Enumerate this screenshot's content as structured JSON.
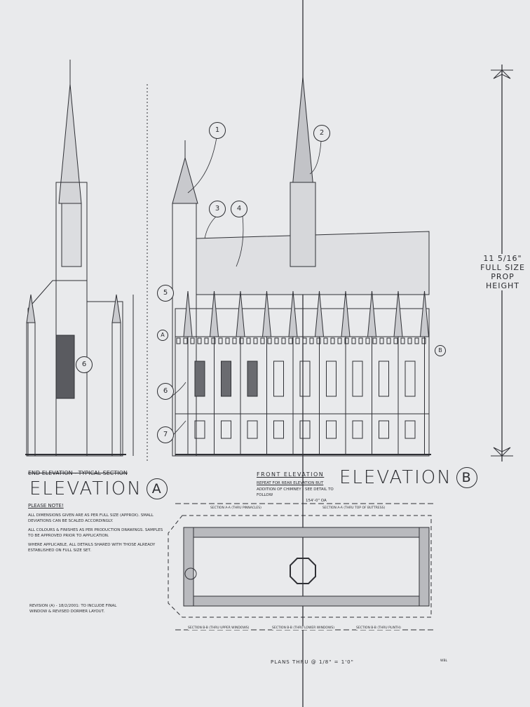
{
  "elevation_a": {
    "struck_title": "END ELEVATION - TYPICAL SECTION",
    "title": "ELEVATION",
    "letter": "A",
    "note_heading": "PLEASE NOTE!",
    "notes": [
      "ALL DIMENSIONS GIVEN ARE AS PER FULL SIZE (APPROX). SMALL DEVIATIONS CAN BE SCALED ACCORDINGLY.",
      "ALL COLOURS & FINISHES AS PER PRODUCTION DRAWINGS. SAMPLES TO BE APPROVED PRIOR TO APPLICATION.",
      "WHERE APPLICABLE, ALL DETAILS SHARED WITH THOSE ALREADY ESTABLISHED ON FULL SIZE SET."
    ],
    "revision": "REVISION (A) - 18/2/2001: TO INCLUDE FINAL WINDOW & REVISED DORMER LAYOUT."
  },
  "elevation_b": {
    "label": "FRONT ELEVATION",
    "title": "ELEVATION",
    "letter": "B",
    "note_line1": "REPEAT FOR REAR ELEVATION BUT",
    "note_line2": "ADDITION OF CHIMNEY - SEE DETAIL TO FOLLOW",
    "dimension": "154'-0\" OA"
  },
  "height_marker": {
    "value": "11 5/16\"",
    "line1": "FULL SIZE",
    "line2": "PROP",
    "line3": "HEIGHT"
  },
  "plan": {
    "section_top_left": "SECTION A-A (THRU PINNACLES)",
    "section_top_right": "SECTION A-A (THRU TOP OF BUTTRESS)",
    "section_bottom_1": "SECTION B-B (THRU UPPER WINDOWS)",
    "section_bottom_2": "SECTION B-B (THRU LOWER WINDOWS)",
    "section_bottom_3": "SECTION B-B (THRU PLINTH)",
    "caption": "PLANS THRU @ 1/8\" = 1'0\"",
    "initials": "WBL"
  },
  "details": [
    "1",
    "2",
    "3",
    "4",
    "5",
    "6",
    "7",
    "6"
  ],
  "section_markers": [
    "A",
    "B"
  ]
}
